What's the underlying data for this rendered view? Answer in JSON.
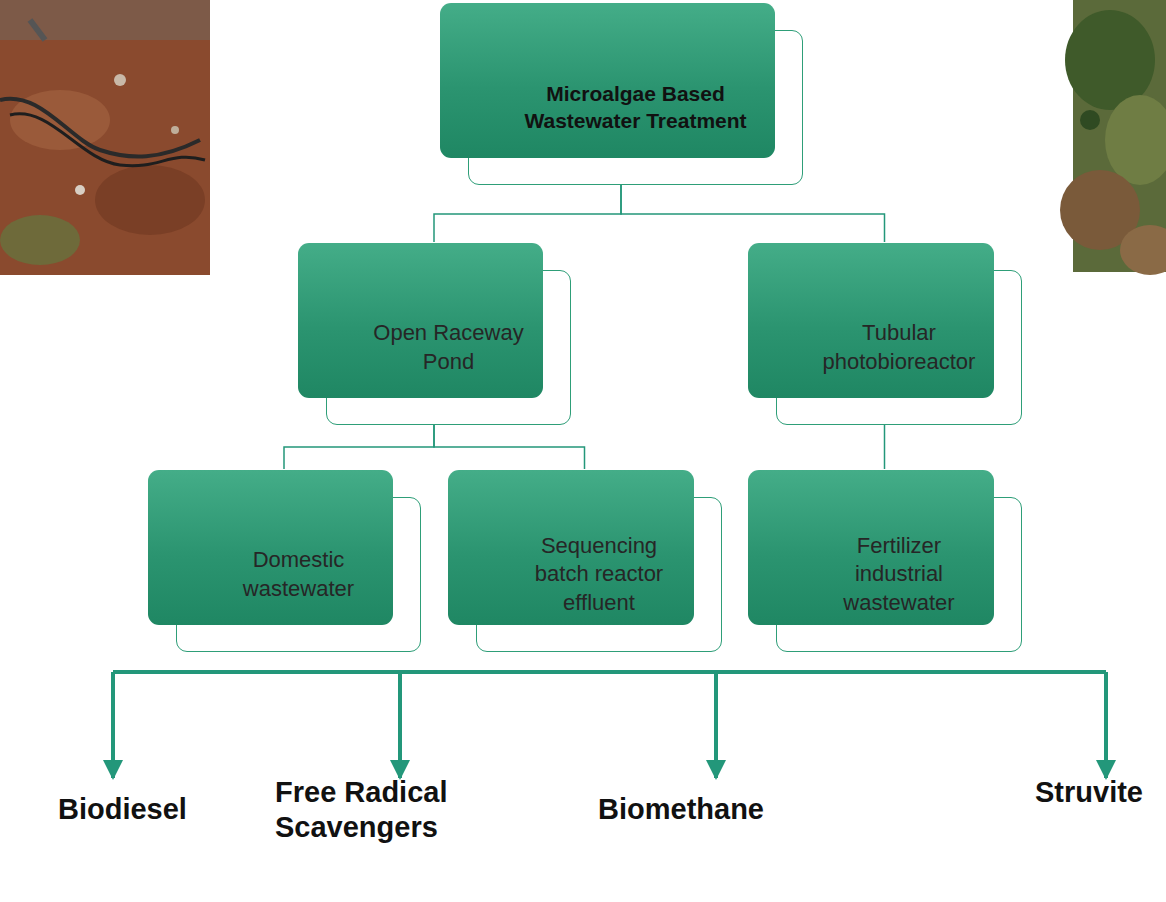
{
  "diagram": {
    "nodes": [
      {
        "text": [
          "Microalgae Based Wastewater Treatment"
        ]
      },
      {
        "text": [
          "Open Raceway Pond"
        ]
      },
      {
        "text": [
          "Tubular photobioreactor"
        ]
      },
      {
        "text": [
          "Domestic wastewater"
        ]
      },
      {
        "text": [
          "Sequencing batch reactor effluent"
        ]
      },
      {
        "text": [
          "Fertilizer industrial wastewater"
        ]
      }
    ],
    "edges": [
      {
        "from": 0,
        "to": 1,
        "arrow": "none"
      },
      {
        "from": 0,
        "to": 2,
        "arrow": "none"
      },
      {
        "from": 1,
        "to": 3,
        "arrow": "none"
      },
      {
        "from": 1,
        "to": 4,
        "arrow": "none"
      },
      {
        "from": 2,
        "to": 5,
        "arrow": "none"
      }
    ],
    "labels": [
      "Biodiesel",
      "Free Radical Scavengers",
      "Biomethane",
      "Struvite"
    ]
  }
}
